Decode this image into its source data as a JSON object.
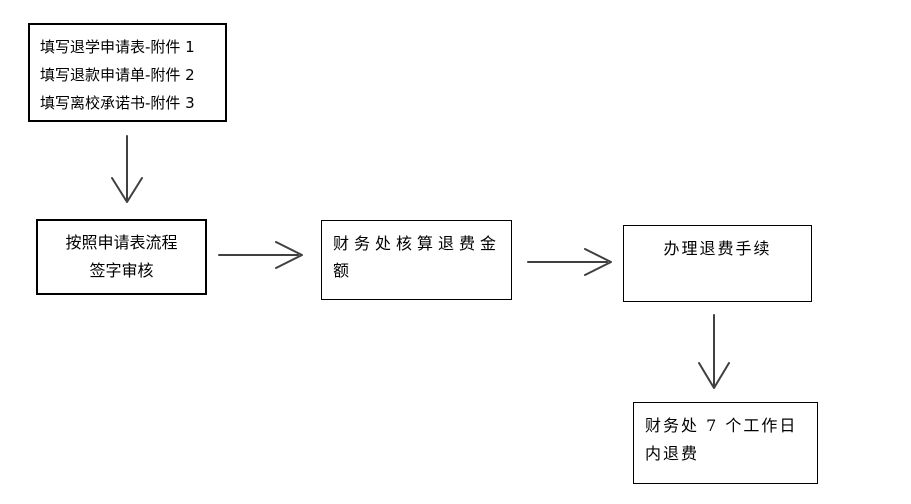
{
  "flowchart": {
    "background_color": "#ffffff",
    "box_border_color": "#000000",
    "arrow_color": "#404040",
    "text_color": "#000000",
    "nodes": [
      {
        "id": "fill-forms",
        "lines": [
          "填写退学申请表-附件 1",
          "填写退款申请单-附件 2",
          "填写离校承诺书-附件 3"
        ]
      },
      {
        "id": "sign-review",
        "lines": [
          "按照申请表流程",
          "签字审核"
        ]
      },
      {
        "id": "finance-calculate-refund",
        "lines": [
          "财务处核算退费金",
          "额"
        ]
      },
      {
        "id": "refund-procedure",
        "lines": [
          "办理退费手续"
        ]
      },
      {
        "id": "refund-within-7-workdays",
        "lines": [
          "财务处 7 个工作日",
          "内退费"
        ]
      }
    ],
    "connections": [
      {
        "from": "fill-forms",
        "to": "sign-review",
        "direction": "down"
      },
      {
        "from": "sign-review",
        "to": "finance-calculate-refund",
        "direction": "right"
      },
      {
        "from": "finance-calculate-refund",
        "to": "refund-procedure",
        "direction": "right"
      },
      {
        "from": "refund-procedure",
        "to": "refund-within-7-workdays",
        "direction": "down"
      }
    ]
  }
}
